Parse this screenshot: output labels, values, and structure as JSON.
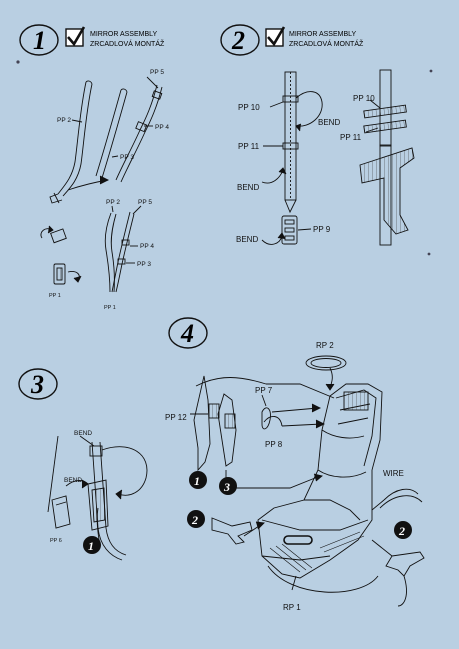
{
  "steps": [
    {
      "number": "1",
      "title_en": "MIRROR ASSEMBLY",
      "title_cz": "ZRCADLOVÁ MONTÁŽ"
    },
    {
      "number": "2",
      "title_en": "MIRROR ASSEMBLY",
      "title_cz": "ZRCADLOVÁ MONTÁŽ"
    },
    {
      "number": "3"
    },
    {
      "number": "4"
    }
  ],
  "labels": {
    "s1_pp5_top": "PP 5",
    "s1_pp2_top": "PP 2",
    "s1_pp4_top": "PP 4",
    "s1_pp3_top": "PP 3",
    "s1_pp2_bottom": "PP 2",
    "s1_pp5_bottom": "PP 5",
    "s1_pp4_bottom": "PP 4",
    "s1_pp3_bottom": "PP 3",
    "s1_pp1_left": "PP 1",
    "s1_pp1_bottom": "PP 1",
    "s2_pp10_left": "PP 10",
    "s2_bend_right": "BEND",
    "s2_pp11_left": "PP 11",
    "s2_bend_mid": "BEND",
    "s2_bend_low": "BEND",
    "s2_pp9": "PP 9",
    "s2_pp10_right": "PP 10",
    "s2_pp11_right": "PP 11",
    "s3_bend_top": "BEND",
    "s3_bend_mid": "BEND",
    "s3_pp6": "PP 6",
    "s4_rp2": "RP 2",
    "s4_pp7": "PP 7",
    "s4_pp12": "PP 12",
    "s4_pp8": "PP 8",
    "s4_wire": "WIRE",
    "s4_rp1": "RP 1"
  },
  "markers": {
    "s3_m1": "1",
    "s4_m1": "1",
    "s4_m3": "3",
    "s4_m2_left": "2",
    "s4_m2_right": "2"
  },
  "colors": {
    "background": "#b9cfe2",
    "ink": "#111111"
  }
}
